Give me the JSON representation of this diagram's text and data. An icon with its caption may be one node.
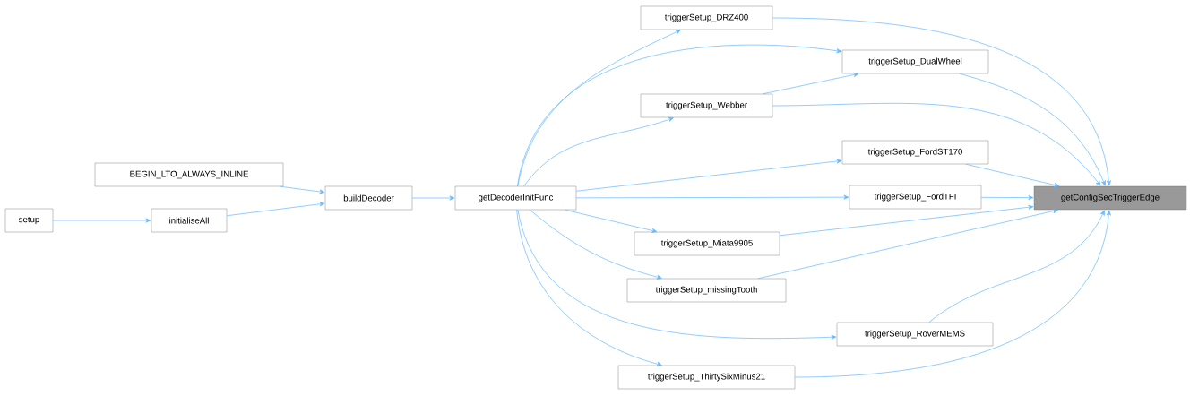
{
  "diagram": {
    "nodes": [
      {
        "text": [
          "getConfigSecTriggerEdge"
        ]
      },
      {
        "text": [
          "triggerSetup_DRZ400"
        ]
      },
      {
        "text": [
          "triggerSetup_DualWheel"
        ]
      },
      {
        "text": [
          "triggerSetup_Webber"
        ]
      },
      {
        "text": [
          "triggerSetup_FordST170"
        ]
      },
      {
        "text": [
          "triggerSetup_FordTFI"
        ]
      },
      {
        "text": [
          "triggerSetup_Miata9905"
        ]
      },
      {
        "text": [
          "triggerSetup_missingTooth"
        ]
      },
      {
        "text": [
          "triggerSetup_RoverMEMS"
        ]
      },
      {
        "text": [
          "triggerSetup_ThirtySixMinus21"
        ]
      },
      {
        "text": [
          "getDecoderInitFunc"
        ]
      },
      {
        "text": [
          "buildDecoder"
        ]
      },
      {
        "text": [
          "BEGIN_LTO_ALWAYS_INLINE"
        ]
      },
      {
        "text": [
          "initialiseAll"
        ]
      },
      {
        "text": [
          "setup"
        ]
      }
    ],
    "edges": [
      {
        "from": 1,
        "to": 0,
        "arrow": "to"
      },
      {
        "from": 2,
        "to": 0,
        "arrow": "to"
      },
      {
        "from": 3,
        "to": 0,
        "arrow": "to"
      },
      {
        "from": 4,
        "to": 0,
        "arrow": "to"
      },
      {
        "from": 5,
        "to": 0,
        "arrow": "to"
      },
      {
        "from": 6,
        "to": 0,
        "arrow": "to"
      },
      {
        "from": 7,
        "to": 0,
        "arrow": "to"
      },
      {
        "from": 8,
        "to": 0,
        "arrow": "to"
      },
      {
        "from": 9,
        "to": 0,
        "arrow": "to"
      },
      {
        "from": 10,
        "to": 1,
        "arrow": "to"
      },
      {
        "from": 10,
        "to": 2,
        "arrow": "to"
      },
      {
        "from": 10,
        "to": 3,
        "arrow": "to"
      },
      {
        "from": 10,
        "to": 4,
        "arrow": "to"
      },
      {
        "from": 10,
        "to": 5,
        "arrow": "to"
      },
      {
        "from": 10,
        "to": 6,
        "arrow": "to"
      },
      {
        "from": 10,
        "to": 7,
        "arrow": "to"
      },
      {
        "from": 10,
        "to": 8,
        "arrow": "to"
      },
      {
        "from": 10,
        "to": 9,
        "arrow": "to"
      },
      {
        "from": 3,
        "to": 2,
        "arrow": "to"
      },
      {
        "from": 11,
        "to": 10,
        "arrow": "to"
      },
      {
        "from": 12,
        "to": 11,
        "arrow": "to"
      },
      {
        "from": 13,
        "to": 11,
        "arrow": "to"
      },
      {
        "from": 14,
        "to": 13,
        "arrow": "to"
      }
    ]
  }
}
